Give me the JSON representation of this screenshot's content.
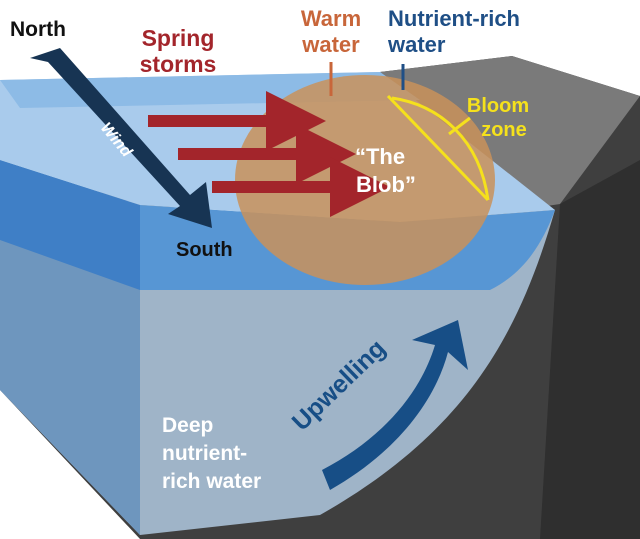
{
  "labels": {
    "north": "North",
    "south": "South",
    "wind": "Wind",
    "spring_storms": [
      "Spring",
      "storms"
    ],
    "warm_water": [
      "Warm",
      "water"
    ],
    "nutrient_rich_water": [
      "Nutrient-rich",
      "water"
    ],
    "bloom_zone": [
      "Bloom",
      "zone"
    ],
    "the_blob": [
      "“The",
      "Blob”"
    ],
    "upwelling": "Upwelling",
    "deep_nutrient_rich_water": [
      "Deep",
      "nutrient-",
      "rich water"
    ]
  },
  "colors": {
    "spring_storms": "#a3252b",
    "warm_water": "#c8663a",
    "nutrient_rich_water": "#1f4f86",
    "bloom_zone": "#f5e11c",
    "upwelling": "#174e86",
    "wind_arrow": "#173453",
    "storm_arrows": "#a3252b",
    "blob": "#c9925a",
    "sea_floor": "#4a4a4a"
  }
}
